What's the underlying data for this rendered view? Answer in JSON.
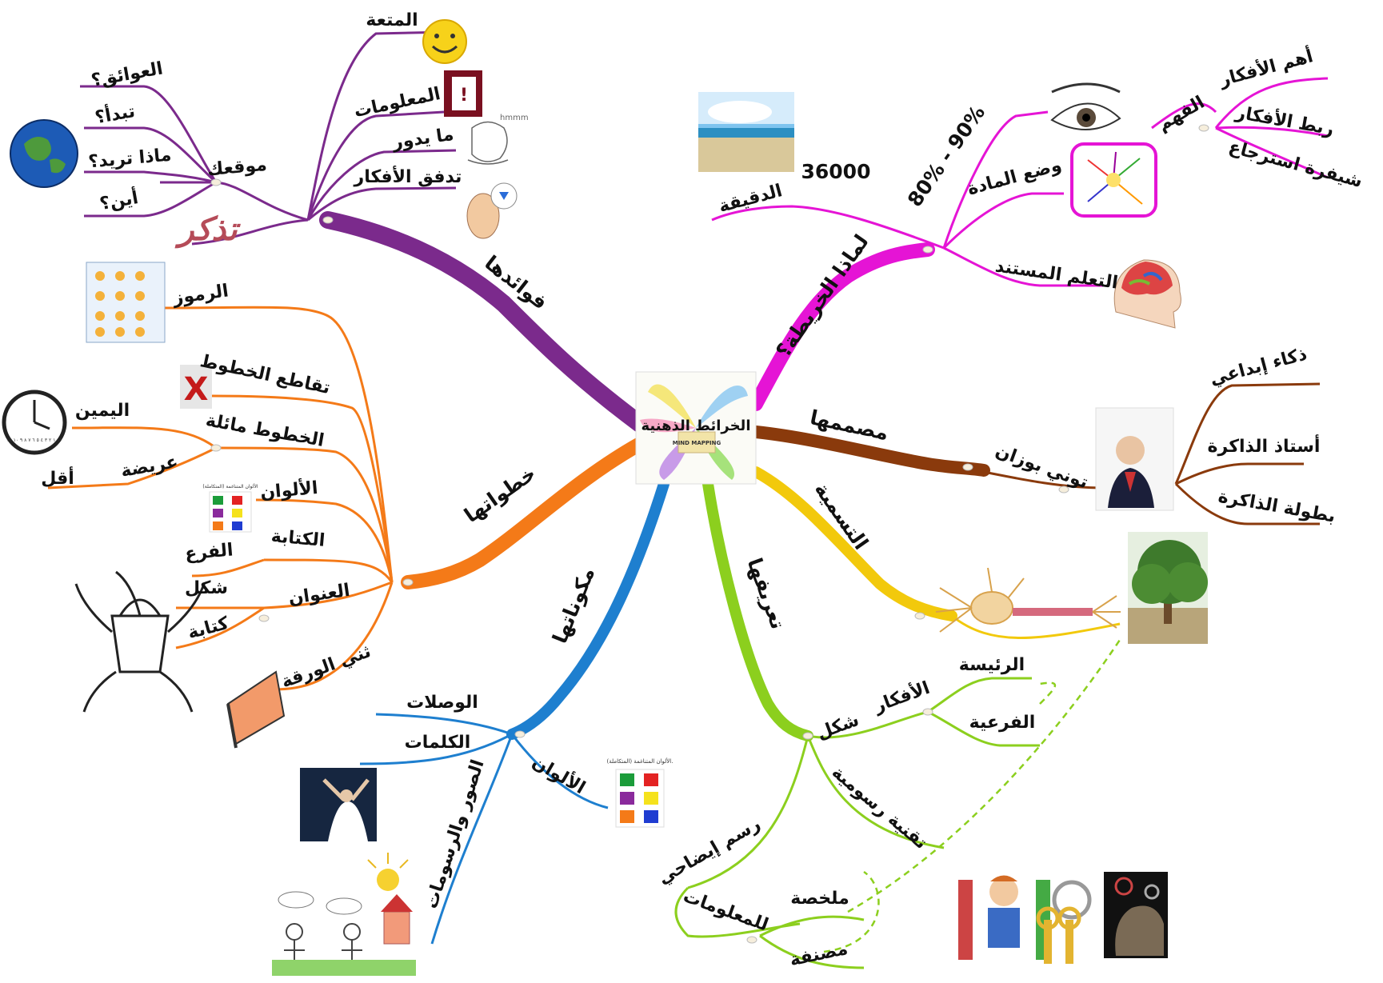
{
  "center": {
    "title": "الخرائط الذهنية",
    "subtitle": "MIND MAPPING"
  },
  "colors": {
    "purple": "#7b2a8c",
    "magenta": "#e514d5",
    "brown": "#8a3a0c",
    "yellow": "#f2c90c",
    "green": "#8ccf1e",
    "blue": "#1e7fcf",
    "orange": "#f47a18"
  },
  "branches": {
    "benefits": {
      "label": "فوائدها",
      "items": {
        "fun": "المتعة",
        "info": "المعلومات",
        "whats_on": "ما يدور",
        "flow": "تدفق الأفكار",
        "remember": "تذكر",
        "position": "موقعك",
        "obstacles": "العوائق؟",
        "start": "تبدأ؟",
        "want": "ماذا تريد؟",
        "where": "أين؟"
      }
    },
    "why": {
      "label": "لماذا الخريطة؟",
      "items": {
        "per_minute": "الدقيقة",
        "count": "36000",
        "percent": "80% - 90%",
        "placing": "وضع المادة",
        "understanding": "الفهم",
        "key_ideas": "أهم الأفكار",
        "linking": "ربط الأفكار",
        "recall": "شيفرة استرجاع",
        "brain": "التعلم المستند"
      }
    },
    "designer": {
      "label": "مصممها",
      "items": {
        "name": "توني بوزان",
        "creative": "ذكاء إبداعي",
        "master": "أستاذ الذاكرة",
        "champion": "بطولة الذاكرة"
      }
    },
    "naming": {
      "label": "التسمية"
    },
    "definition": {
      "label": "تعريفها",
      "items": {
        "shape": "شكل",
        "ideas": "الأفكار",
        "main": "الرئيسة",
        "sub": "الفرعية",
        "graphic": "تقنية رسومية",
        "drawing": "رسم إيضاحي",
        "info": "للمعلومات",
        "summary": "ملخصة",
        "classified": "مصنفة"
      }
    },
    "components": {
      "label": "مكوناتها",
      "items": {
        "connectors": "الوصلات",
        "words": "الكلمات",
        "images": "الصور والرسومات",
        "colors": "الألوان",
        "palette_caption": "الألوان المتناغمة (المتكاملة)."
      }
    },
    "steps": {
      "label": "خطواتها",
      "items": {
        "symbols": "الرموز",
        "crossing": "تقاطع الخطوط",
        "slanted": "الخطوط مائلة",
        "right": "اليمين",
        "wide": "عريضة",
        "less": "أقل",
        "colors": "الألوان",
        "writing": "الكتابة",
        "branch": "الفرع",
        "title": "العنوان",
        "shape": "شكل",
        "writing2": "كتابة",
        "fold": "ثني الورقة",
        "palette_caption": "الألوان المتناغمة (المتكاملة)"
      }
    }
  },
  "pictures": {
    "smiley": "smiley-face-icon",
    "clock": "clock-icon",
    "globe": "globe-icon",
    "eye": "eye-icon",
    "brain": "brain-head-icon",
    "tree": "tree-image",
    "neuron": "neuron-diagram",
    "keys": "keys-icon",
    "books": "books-student-image",
    "beach": "beach-photo",
    "bag": "bag-drawing",
    "folder": "folder-icon",
    "x_mark": "x-mark-icon",
    "symbols_grid": "symbols-grid-image",
    "portrait": "tony-buzan-portrait",
    "kids_drawing": "kids-drawing-image",
    "book_cover": "book-cover-image",
    "thinker": "thinker-sketch",
    "idea_head": "idea-head-image",
    "mini_map": "mini-mindmap-image",
    "gear_head": "gear-head-image",
    "palette": "color-palette-icon"
  },
  "images_text": {
    "remember_logo": "تذكر",
    "hmm": "hmmm",
    "clock_face": "١٢ ١ ٢ ٣ ٤ ٥ ٦ ٧ ٨ ٩ ١٠ ١١"
  }
}
